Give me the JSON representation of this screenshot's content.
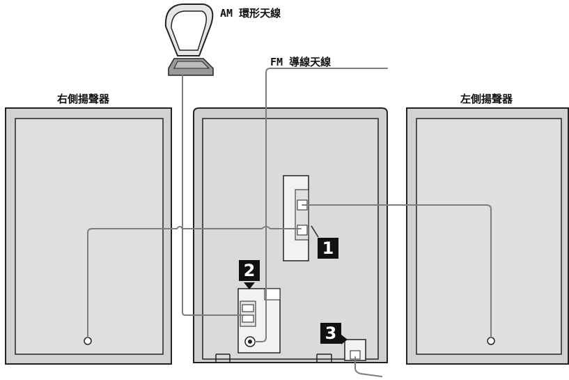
{
  "labels": {
    "am_antenna": "AM 環形天線",
    "fm_antenna": "FM 導線天線",
    "right_speaker": "右側揚聲器",
    "left_speaker": "左側揚聲器"
  },
  "steps": [
    "1",
    "2",
    "3"
  ],
  "colors": {
    "panel_fill": "#d6d6d6",
    "outline": "#222222",
    "cable": "#7d7d7d",
    "badge": "#111111"
  }
}
